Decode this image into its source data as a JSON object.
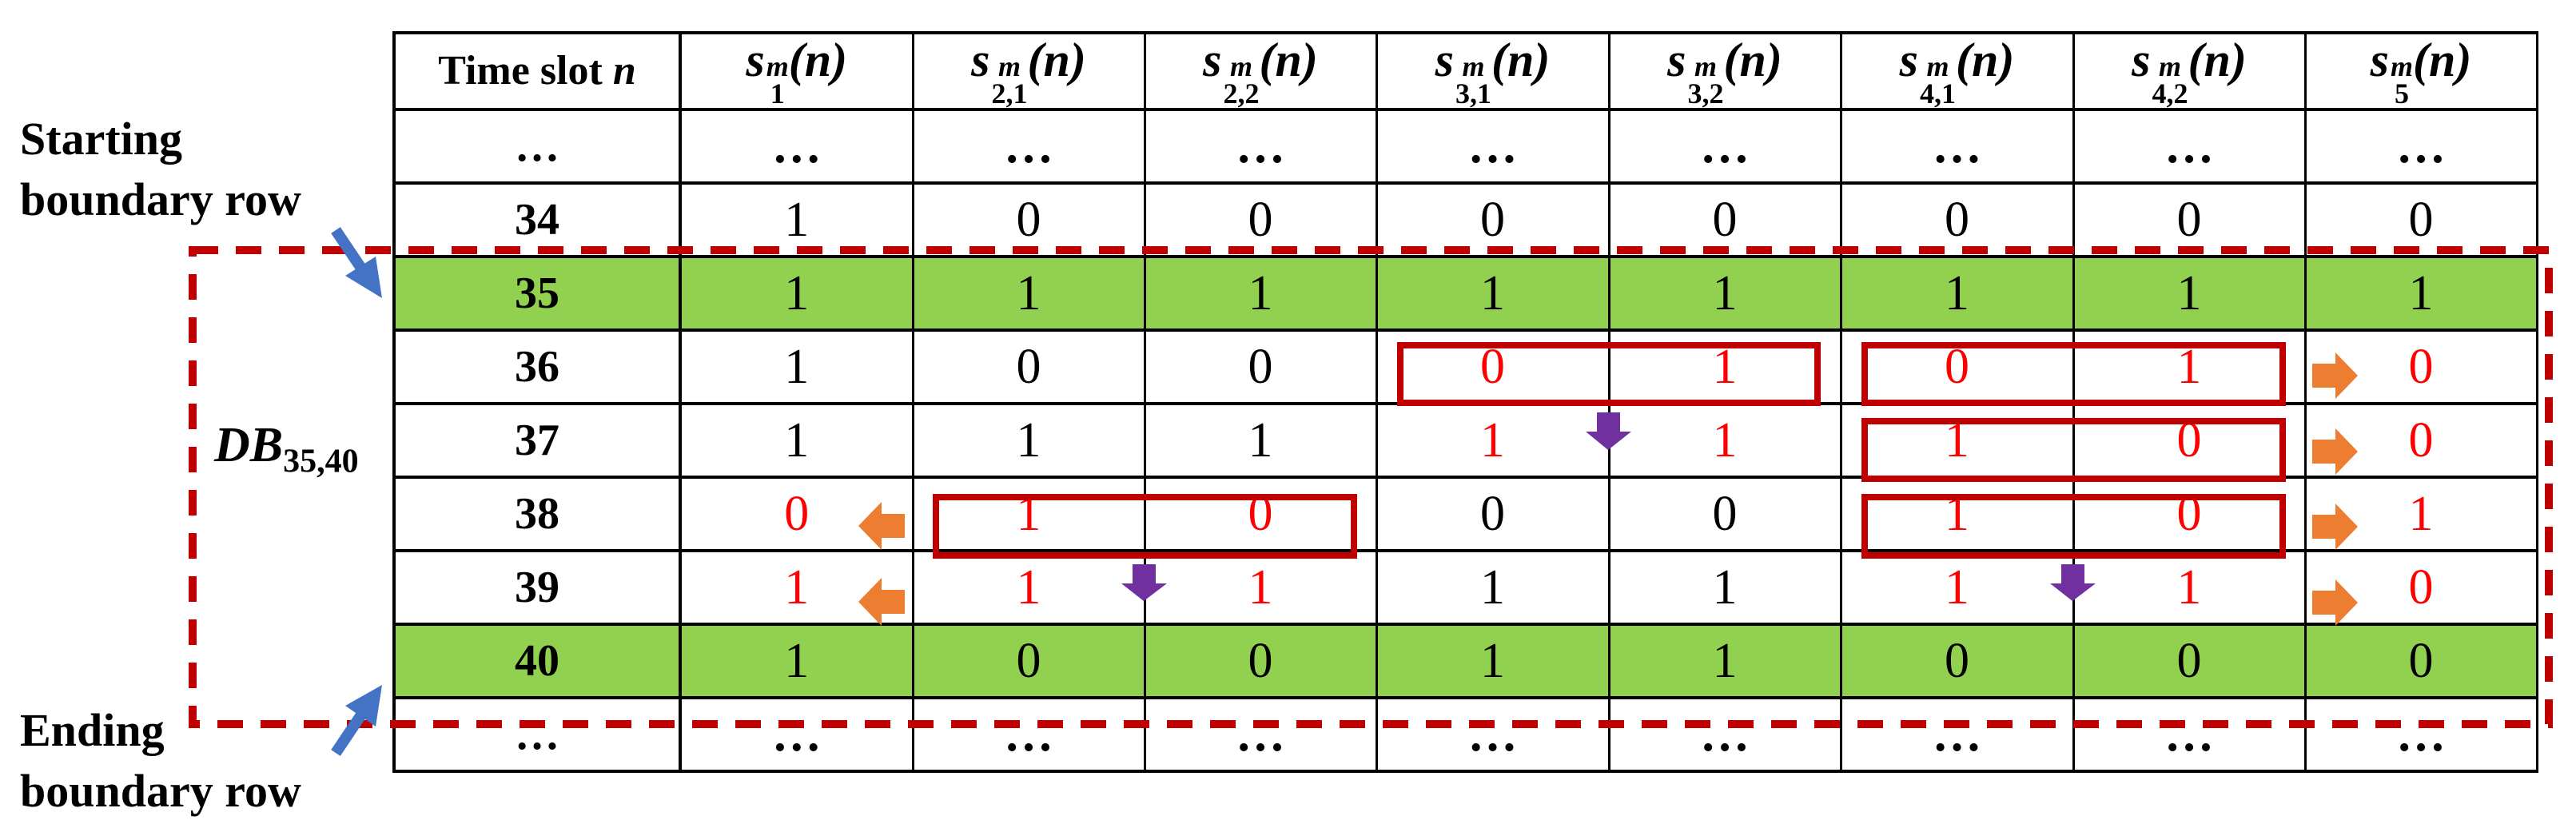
{
  "labels": {
    "starting_line1": "Starting",
    "starting_line2": "boundary row",
    "ending_line1": "Ending",
    "ending_line2": "boundary row",
    "db_main": "DB",
    "db_sub": "35,40"
  },
  "table": {
    "header_first": "Time slot ",
    "header_first_var": "n",
    "columns": [
      {
        "base": "s",
        "sup": "m",
        "sub": "1",
        "arg": "(n)"
      },
      {
        "base": "s",
        "sup": "m",
        "sub": "2,1",
        "arg": "(n)"
      },
      {
        "base": "s",
        "sup": "m",
        "sub": "2,2",
        "arg": "(n)"
      },
      {
        "base": "s",
        "sup": "m",
        "sub": "3,1",
        "arg": "(n)"
      },
      {
        "base": "s",
        "sup": "m",
        "sub": "3,2",
        "arg": "(n)"
      },
      {
        "base": "s",
        "sup": "m",
        "sub": "4,1",
        "arg": "(n)"
      },
      {
        "base": "s",
        "sup": "m",
        "sub": "4,2",
        "arg": "(n)"
      },
      {
        "base": "s",
        "sup": "m",
        "sub": "5",
        "arg": "(n)"
      }
    ],
    "rows": [
      {
        "slot": "…",
        "values": [
          "…",
          "…",
          "…",
          "…",
          "…",
          "…",
          "…",
          "…"
        ],
        "red": [],
        "boundary": false
      },
      {
        "slot": "34",
        "values": [
          "1",
          "0",
          "0",
          "0",
          "0",
          "0",
          "0",
          "0"
        ],
        "red": [],
        "boundary": false
      },
      {
        "slot": "35",
        "values": [
          "1",
          "1",
          "1",
          "1",
          "1",
          "1",
          "1",
          "1"
        ],
        "red": [],
        "boundary": true
      },
      {
        "slot": "36",
        "values": [
          "1",
          "0",
          "0",
          "0",
          "1",
          "0",
          "1",
          "0"
        ],
        "red": [
          3,
          4,
          5,
          6,
          7
        ],
        "boundary": false
      },
      {
        "slot": "37",
        "values": [
          "1",
          "1",
          "1",
          "1",
          "1",
          "1",
          "0",
          "0"
        ],
        "red": [
          3,
          4,
          5,
          6,
          7
        ],
        "boundary": false
      },
      {
        "slot": "38",
        "values": [
          "0",
          "1",
          "0",
          "0",
          "0",
          "1",
          "0",
          "1"
        ],
        "red": [
          0,
          1,
          2,
          5,
          6,
          7
        ],
        "boundary": false
      },
      {
        "slot": "39",
        "values": [
          "1",
          "1",
          "1",
          "1",
          "1",
          "1",
          "1",
          "0"
        ],
        "red": [
          0,
          1,
          2,
          5,
          6,
          7
        ],
        "boundary": false
      },
      {
        "slot": "40",
        "values": [
          "1",
          "0",
          "0",
          "1",
          "1",
          "0",
          "0",
          "0"
        ],
        "red": [],
        "boundary": true
      },
      {
        "slot": "…",
        "values": [
          "…",
          "…",
          "…",
          "…",
          "…",
          "…",
          "…",
          "…"
        ],
        "red": [],
        "boundary": false
      }
    ]
  },
  "annotations": {
    "dashed_box": {
      "label": "DB_{35,40}",
      "color": "#C00000"
    },
    "red_boxes": [
      {
        "row": "36",
        "columns": [
          "s_{3,1}^m(n)",
          "s_{3,2}^m(n)"
        ]
      },
      {
        "row": "36",
        "columns": [
          "s_{4,1}^m(n)",
          "s_{4,2}^m(n)"
        ]
      },
      {
        "row": "37",
        "columns": [
          "s_{4,1}^m(n)",
          "s_{4,2}^m(n)"
        ]
      },
      {
        "row": "38",
        "columns": [
          "s_{2,1}^m(n)",
          "s_{2,2}^m(n)"
        ]
      },
      {
        "row": "38",
        "columns": [
          "s_{4,1}^m(n)",
          "s_{4,2}^m(n)"
        ]
      }
    ],
    "purple_down_arrows": [
      {
        "between_rows": [
          "36",
          "37"
        ],
        "at_border": "s_{3,1}|s_{3,2}"
      },
      {
        "between_rows": [
          "38",
          "39"
        ],
        "at_border": "s_{2,1}|s_{2,2}"
      },
      {
        "between_rows": [
          "38",
          "39"
        ],
        "at_border": "s_{4,1}|s_{4,2}"
      }
    ],
    "orange_left_arrows_rows": [
      "38",
      "39"
    ],
    "orange_right_arrows_rows": [
      "36",
      "37",
      "38",
      "39"
    ],
    "blue_arrows": [
      "starting boundary row -> 35",
      "ending boundary row -> 40"
    ]
  },
  "colors": {
    "boundary_fill": "#92D050",
    "red_value": "#FF0000",
    "red_box": "#C00000",
    "dashed": "#C00000",
    "orange_arrow": "#ED7D31",
    "purple_arrow": "#7030A0",
    "blue_arrow": "#4472C4"
  }
}
